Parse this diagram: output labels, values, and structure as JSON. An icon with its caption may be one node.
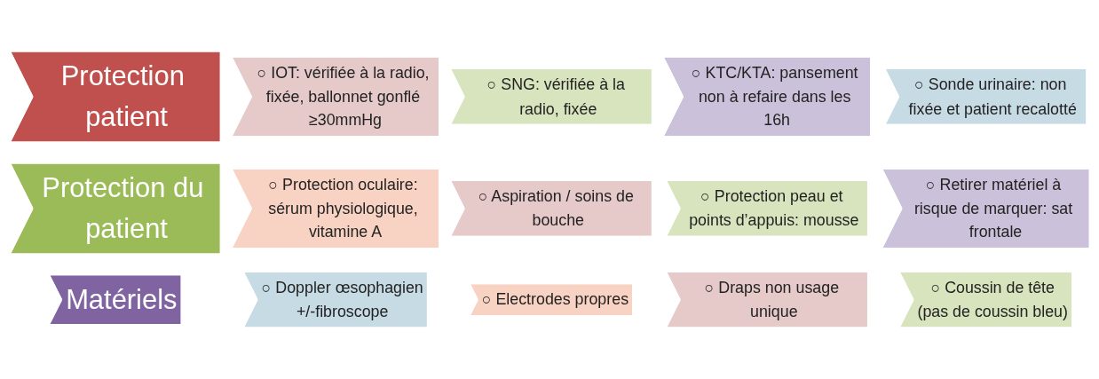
{
  "diagram": {
    "nodes": [
      {
        "text": [
          "Protection patient"
        ]
      },
      {
        "text": [
          "○ IOT: vérifiée à la radio, fixée, ballonnet gonflé ≥30mmHg"
        ]
      },
      {
        "text": [
          "○ SNG: vérifiée à la radio, fixée"
        ]
      },
      {
        "text": [
          "○ KTC/KTA: pansement non à refaire dans les 16h"
        ]
      },
      {
        "text": [
          "○ Sonde urinaire: non fixée et patient recalotté"
        ]
      },
      {
        "text": [
          "Protection du patient"
        ]
      },
      {
        "text": [
          "○ Protection oculaire: sérum physiologique, vitamine A"
        ]
      },
      {
        "text": [
          "○ Aspiration / soins de bouche"
        ]
      },
      {
        "text": [
          "○ Protection peau et points d’appuis: mousse"
        ]
      },
      {
        "text": [
          "○ Retirer matériel à risque de marquer: sat frontale"
        ]
      },
      {
        "text": [
          "Matériels"
        ]
      },
      {
        "text": [
          "○ Doppler œsophagien",
          "+/-fibroscope"
        ]
      },
      {
        "text": [
          "○ Electrodes propres"
        ]
      },
      {
        "text": [
          "○ Draps non usage unique"
        ]
      },
      {
        "text": [
          "○ Coussin de tête",
          "(pas de coussin bleu)"
        ]
      }
    ]
  }
}
